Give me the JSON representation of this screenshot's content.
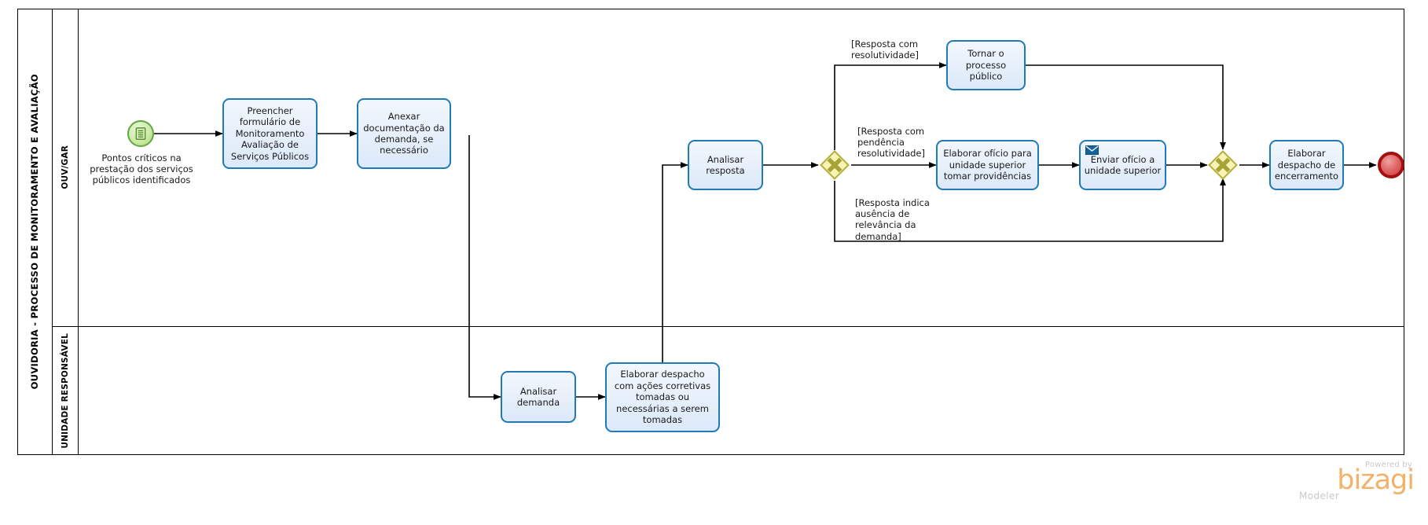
{
  "pool": {
    "title": "OUVIDORIA -  PROCESSO DE MONITORAMENTO E AVALIAÇÃO",
    "lanes": [
      {
        "label": "OUV/GAR"
      },
      {
        "label": "UNIDADE RESPONSÁVEL"
      }
    ]
  },
  "events": {
    "start": {
      "icon": "message-document-icon",
      "label": "Pontos críticos na prestação dos serviços públicos identificados"
    },
    "end": {
      "icon": "end-event-icon",
      "label": ""
    }
  },
  "tasks": [
    {
      "id": "preencher-formulario",
      "label": "Preencher formulário de Monitoramento Avaliação de Serviços  Públicos",
      "icon": ""
    },
    {
      "id": "anexar-documentacao",
      "label": "Anexar documentação da demanda, se necessário",
      "icon": ""
    },
    {
      "id": "analisar-demanda",
      "label": "Analisar demanda",
      "icon": ""
    },
    {
      "id": "elaborar-despacho-acoes",
      "label": "Elaborar despacho com ações corretivas tomadas ou necessárias a serem tomadas",
      "icon": ""
    },
    {
      "id": "analisar-resposta",
      "label": "Analisar resposta",
      "icon": ""
    },
    {
      "id": "tornar-processo-publico",
      "label": "Tornar o processo público",
      "icon": ""
    },
    {
      "id": "elaborar-oficio",
      "label": "Elaborar ofício para unidade superior tomar providências",
      "icon": ""
    },
    {
      "id": "enviar-oficio",
      "label": "Enviar ofício a unidade superior",
      "icon": "envelope-icon"
    },
    {
      "id": "elaborar-despacho-encerramento",
      "label": "Elaborar despacho de encerramento",
      "icon": ""
    }
  ],
  "gateways": [
    {
      "id": "gateway-resposta",
      "type": "exclusive",
      "label": ""
    },
    {
      "id": "gateway-merge",
      "type": "exclusive",
      "label": ""
    }
  ],
  "flow_labels": [
    {
      "id": "flow-resolutividade",
      "text": "[Resposta com\nresolutividade]"
    },
    {
      "id": "flow-pendencia",
      "text": "[Resposta com\npendência\nresolutividade]"
    },
    {
      "id": "flow-ausencia",
      "text": "[Resposta indica\nausência de\nrelevância da\ndemanda]"
    }
  ],
  "watermark": {
    "powered_by": "Powered by",
    "brand": "bizagi",
    "product": "Modeler"
  },
  "colors": {
    "task_border": "#1f7ab5",
    "task_fill": "#dce9f9",
    "start_event": "#62a744",
    "end_event": "#a40f0f",
    "gateway": "#c9c75a",
    "connector": "#000000",
    "brand_orange": "#f3b169"
  }
}
